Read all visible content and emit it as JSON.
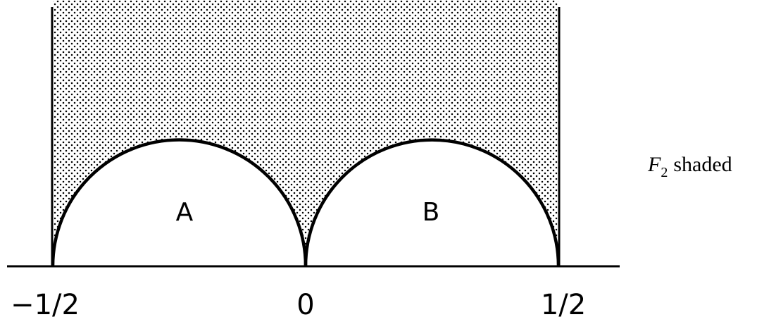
{
  "figure": {
    "region_labels": [
      "A",
      "B"
    ],
    "axis_ticks": [
      "−1/2",
      "0",
      "1/2"
    ],
    "caption": {
      "symbol": "F",
      "subscript": "2",
      "text": "shaded"
    }
  }
}
